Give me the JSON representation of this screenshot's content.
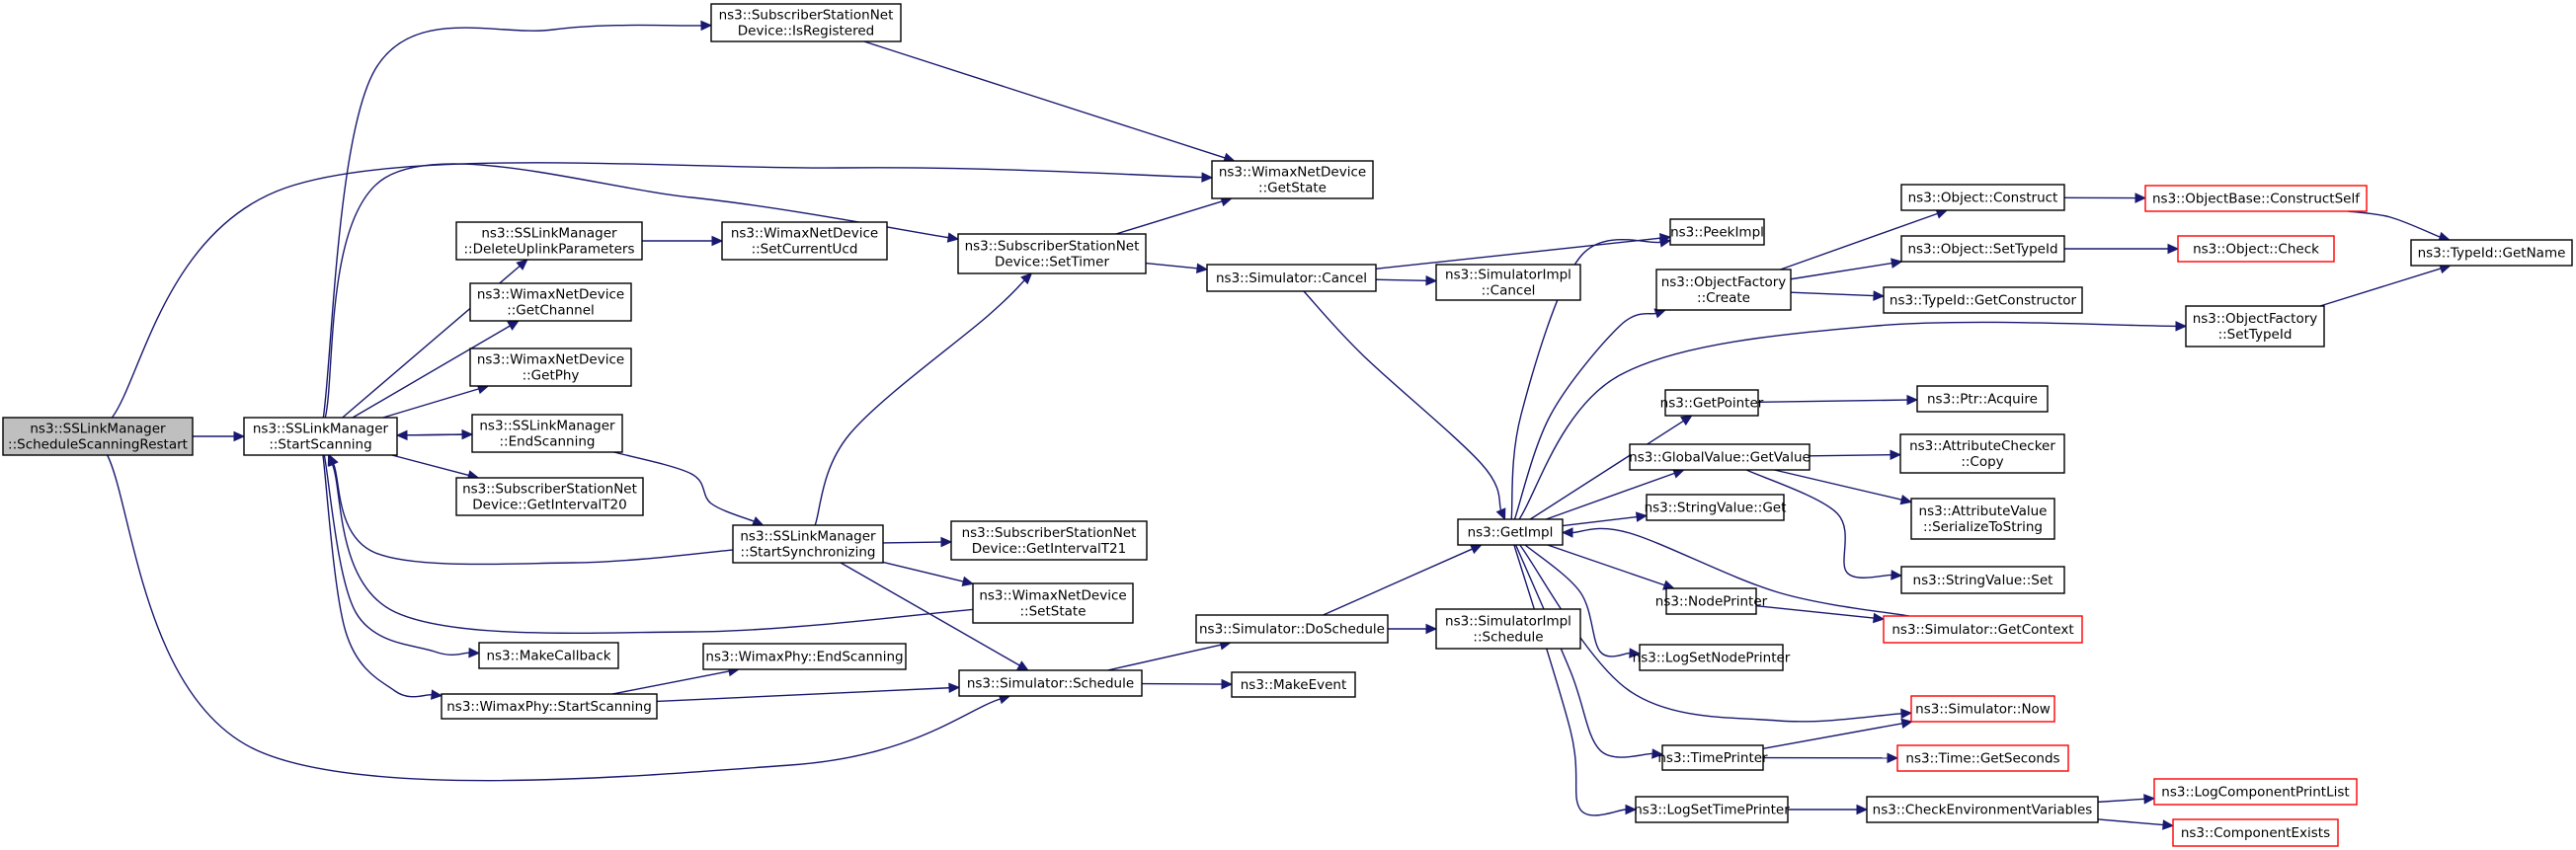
{
  "colors": {
    "edge": "#191970",
    "node_border": "#000000",
    "node_border_incomplete": "#ff0000",
    "node_fill": "#ffffff",
    "focus_fill": "#bfbfbf"
  },
  "nodes": [
    {
      "id": "schedule_scanning_restart",
      "lines": [
        "ns3::SSLinkManager",
        "::ScheduleScanningRestart"
      ],
      "style": "focus"
    },
    {
      "id": "start_scanning",
      "lines": [
        "ns3::SSLinkManager",
        "::StartScanning"
      ],
      "style": "normal"
    },
    {
      "id": "is_registered",
      "lines": [
        "ns3::SubscriberStationNet",
        "Device::IsRegistered"
      ],
      "style": "normal"
    },
    {
      "id": "delete_uplink",
      "lines": [
        "ns3::SSLinkManager",
        "::DeleteUplinkParameters"
      ],
      "style": "normal"
    },
    {
      "id": "set_current_ucd",
      "lines": [
        "ns3::WimaxNetDevice",
        "::SetCurrentUcd"
      ],
      "style": "normal"
    },
    {
      "id": "get_channel",
      "lines": [
        "ns3::WimaxNetDevice",
        "::GetChannel"
      ],
      "style": "normal"
    },
    {
      "id": "get_phy",
      "lines": [
        "ns3::WimaxNetDevice",
        "::GetPhy"
      ],
      "style": "normal"
    },
    {
      "id": "end_scanning",
      "lines": [
        "ns3::SSLinkManager",
        "::EndScanning"
      ],
      "style": "normal"
    },
    {
      "id": "get_interval_t20",
      "lines": [
        "ns3::SubscriberStationNet",
        "Device::GetIntervalT20"
      ],
      "style": "normal"
    },
    {
      "id": "make_callback",
      "lines": [
        "ns3::MakeCallback"
      ],
      "style": "normal"
    },
    {
      "id": "phy_start_scanning",
      "lines": [
        "ns3::WimaxPhy::StartScanning"
      ],
      "style": "normal"
    },
    {
      "id": "phy_end_scanning",
      "lines": [
        "ns3::WimaxPhy::EndScanning"
      ],
      "style": "normal"
    },
    {
      "id": "wimax_get_state",
      "lines": [
        "ns3::WimaxNetDevice",
        "::GetState"
      ],
      "style": "normal"
    },
    {
      "id": "ss_set_timer",
      "lines": [
        "ns3::SubscriberStationNet",
        "Device::SetTimer"
      ],
      "style": "normal"
    },
    {
      "id": "start_synchronizing",
      "lines": [
        "ns3::SSLinkManager",
        "::StartSynchronizing"
      ],
      "style": "normal"
    },
    {
      "id": "get_interval_t21",
      "lines": [
        "ns3::SubscriberStationNet",
        "Device::GetIntervalT21"
      ],
      "style": "normal"
    },
    {
      "id": "wimax_set_state",
      "lines": [
        "ns3::WimaxNetDevice",
        "::SetState"
      ],
      "style": "normal"
    },
    {
      "id": "sim_schedule",
      "lines": [
        "ns3::Simulator::Schedule"
      ],
      "style": "normal"
    },
    {
      "id": "sim_cancel",
      "lines": [
        "ns3::Simulator::Cancel"
      ],
      "style": "normal"
    },
    {
      "id": "sim_do_schedule",
      "lines": [
        "ns3::Simulator::DoSchedule"
      ],
      "style": "normal"
    },
    {
      "id": "make_event",
      "lines": [
        "ns3::MakeEvent"
      ],
      "style": "normal"
    },
    {
      "id": "simimpl_cancel",
      "lines": [
        "ns3::SimulatorImpl",
        "::Cancel"
      ],
      "style": "normal"
    },
    {
      "id": "simimpl_schedule",
      "lines": [
        "ns3::SimulatorImpl",
        "::Schedule"
      ],
      "style": "normal"
    },
    {
      "id": "get_impl",
      "lines": [
        "ns3::GetImpl"
      ],
      "style": "normal"
    },
    {
      "id": "peek_impl",
      "lines": [
        "ns3::PeekImpl"
      ],
      "style": "normal"
    },
    {
      "id": "objfactory_create",
      "lines": [
        "ns3::ObjectFactory",
        "::Create"
      ],
      "style": "normal"
    },
    {
      "id": "get_pointer",
      "lines": [
        "ns3::GetPointer"
      ],
      "style": "normal"
    },
    {
      "id": "globalvalue_getvalue",
      "lines": [
        "ns3::GlobalValue::GetValue"
      ],
      "style": "normal"
    },
    {
      "id": "stringvalue_get",
      "lines": [
        "ns3::StringValue::Get"
      ],
      "style": "normal"
    },
    {
      "id": "node_printer",
      "lines": [
        "ns3::NodePrinter"
      ],
      "style": "normal"
    },
    {
      "id": "log_set_node_printer",
      "lines": [
        "ns3::LogSetNodePrinter"
      ],
      "style": "normal"
    },
    {
      "id": "time_printer",
      "lines": [
        "ns3::TimePrinter"
      ],
      "style": "normal"
    },
    {
      "id": "log_set_time_printer",
      "lines": [
        "ns3::LogSetTimePrinter"
      ],
      "style": "normal"
    },
    {
      "id": "object_construct",
      "lines": [
        "ns3::Object::Construct"
      ],
      "style": "normal"
    },
    {
      "id": "object_settypeid",
      "lines": [
        "ns3::Object::SetTypeId"
      ],
      "style": "normal"
    },
    {
      "id": "typeid_getconstructor",
      "lines": [
        "ns3::TypeId::GetConstructor"
      ],
      "style": "normal"
    },
    {
      "id": "objfactory_settypeid",
      "lines": [
        "ns3::ObjectFactory",
        "::SetTypeId"
      ],
      "style": "normal"
    },
    {
      "id": "ptr_acquire",
      "lines": [
        "ns3::Ptr::Acquire"
      ],
      "style": "normal"
    },
    {
      "id": "attrchecker_copy",
      "lines": [
        "ns3::AttributeChecker",
        "::Copy"
      ],
      "style": "normal"
    },
    {
      "id": "attrvalue_serialize",
      "lines": [
        "ns3::AttributeValue",
        "::SerializeToString"
      ],
      "style": "normal"
    },
    {
      "id": "stringvalue_set",
      "lines": [
        "ns3::StringValue::Set"
      ],
      "style": "normal"
    },
    {
      "id": "sim_getcontext",
      "lines": [
        "ns3::Simulator::GetContext"
      ],
      "style": "incomplete"
    },
    {
      "id": "sim_now",
      "lines": [
        "ns3::Simulator::Now"
      ],
      "style": "incomplete"
    },
    {
      "id": "time_getseconds",
      "lines": [
        "ns3::Time::GetSeconds"
      ],
      "style": "incomplete"
    },
    {
      "id": "check_env_vars",
      "lines": [
        "ns3::CheckEnvironmentVariables"
      ],
      "style": "normal"
    },
    {
      "id": "logcomp_printlist",
      "lines": [
        "ns3::LogComponentPrintList"
      ],
      "style": "incomplete"
    },
    {
      "id": "component_exists",
      "lines": [
        "ns3::ComponentExists"
      ],
      "style": "incomplete"
    },
    {
      "id": "objectbase_constructself",
      "lines": [
        "ns3::ObjectBase::ConstructSelf"
      ],
      "style": "incomplete"
    },
    {
      "id": "object_check",
      "lines": [
        "ns3::Object::Check"
      ],
      "style": "incomplete"
    },
    {
      "id": "typeid_getname",
      "lines": [
        "ns3::TypeId::GetName"
      ],
      "style": "normal"
    }
  ],
  "edges": [
    {
      "from": "schedule_scanning_restart",
      "to": "start_scanning"
    },
    {
      "from": "schedule_scanning_restart",
      "to": "wimax_get_state"
    },
    {
      "from": "schedule_scanning_restart",
      "to": "sim_schedule"
    },
    {
      "from": "start_scanning",
      "to": "is_registered"
    },
    {
      "from": "start_scanning",
      "to": "ss_set_timer"
    },
    {
      "from": "start_scanning",
      "to": "delete_uplink"
    },
    {
      "from": "start_scanning",
      "to": "get_channel"
    },
    {
      "from": "start_scanning",
      "to": "get_phy"
    },
    {
      "from": "start_scanning",
      "to": "end_scanning"
    },
    {
      "from": "start_scanning",
      "to": "get_interval_t20"
    },
    {
      "from": "start_scanning",
      "to": "make_callback"
    },
    {
      "from": "start_scanning",
      "to": "phy_start_scanning"
    },
    {
      "from": "delete_uplink",
      "to": "set_current_ucd"
    },
    {
      "from": "end_scanning",
      "to": "start_scanning"
    },
    {
      "from": "end_scanning",
      "to": "start_synchronizing"
    },
    {
      "from": "start_synchronizing",
      "to": "start_scanning"
    },
    {
      "from": "wimax_set_state",
      "to": "start_scanning"
    },
    {
      "from": "start_synchronizing",
      "to": "ss_set_timer"
    },
    {
      "from": "start_synchronizing",
      "to": "get_interval_t21"
    },
    {
      "from": "start_synchronizing",
      "to": "wimax_set_state"
    },
    {
      "from": "start_synchronizing",
      "to": "sim_schedule"
    },
    {
      "from": "phy_start_scanning",
      "to": "phy_end_scanning"
    },
    {
      "from": "phy_start_scanning",
      "to": "sim_schedule"
    },
    {
      "from": "is_registered",
      "to": "wimax_get_state"
    },
    {
      "from": "ss_set_timer",
      "to": "wimax_get_state"
    },
    {
      "from": "ss_set_timer",
      "to": "sim_cancel"
    },
    {
      "from": "sim_schedule",
      "to": "sim_do_schedule"
    },
    {
      "from": "sim_schedule",
      "to": "make_event"
    },
    {
      "from": "sim_cancel",
      "to": "peek_impl"
    },
    {
      "from": "sim_cancel",
      "to": "simimpl_cancel"
    },
    {
      "from": "sim_cancel",
      "to": "get_impl"
    },
    {
      "from": "sim_do_schedule",
      "to": "get_impl"
    },
    {
      "from": "sim_do_schedule",
      "to": "simimpl_schedule"
    },
    {
      "from": "get_impl",
      "to": "peek_impl"
    },
    {
      "from": "get_impl",
      "to": "objfactory_create"
    },
    {
      "from": "get_impl",
      "to": "objfactory_settypeid"
    },
    {
      "from": "get_impl",
      "to": "get_pointer"
    },
    {
      "from": "get_impl",
      "to": "globalvalue_getvalue"
    },
    {
      "from": "get_impl",
      "to": "stringvalue_get"
    },
    {
      "from": "get_impl",
      "to": "node_printer"
    },
    {
      "from": "get_impl",
      "to": "log_set_node_printer"
    },
    {
      "from": "get_impl",
      "to": "sim_now"
    },
    {
      "from": "get_impl",
      "to": "time_printer"
    },
    {
      "from": "get_impl",
      "to": "log_set_time_printer"
    },
    {
      "from": "sim_getcontext",
      "to": "get_impl"
    },
    {
      "from": "objfactory_create",
      "to": "object_construct"
    },
    {
      "from": "objfactory_create",
      "to": "object_settypeid"
    },
    {
      "from": "objfactory_create",
      "to": "typeid_getconstructor"
    },
    {
      "from": "object_construct",
      "to": "objectbase_constructself"
    },
    {
      "from": "object_settypeid",
      "to": "object_check"
    },
    {
      "from": "objectbase_constructself",
      "to": "typeid_getname"
    },
    {
      "from": "objfactory_settypeid",
      "to": "typeid_getname"
    },
    {
      "from": "get_pointer",
      "to": "ptr_acquire"
    },
    {
      "from": "globalvalue_getvalue",
      "to": "attrchecker_copy"
    },
    {
      "from": "globalvalue_getvalue",
      "to": "attrvalue_serialize"
    },
    {
      "from": "globalvalue_getvalue",
      "to": "stringvalue_set"
    },
    {
      "from": "node_printer",
      "to": "sim_getcontext"
    },
    {
      "from": "time_printer",
      "to": "sim_now"
    },
    {
      "from": "time_printer",
      "to": "time_getseconds"
    },
    {
      "from": "log_set_time_printer",
      "to": "check_env_vars"
    },
    {
      "from": "check_env_vars",
      "to": "logcomp_printlist"
    },
    {
      "from": "check_env_vars",
      "to": "component_exists"
    }
  ]
}
